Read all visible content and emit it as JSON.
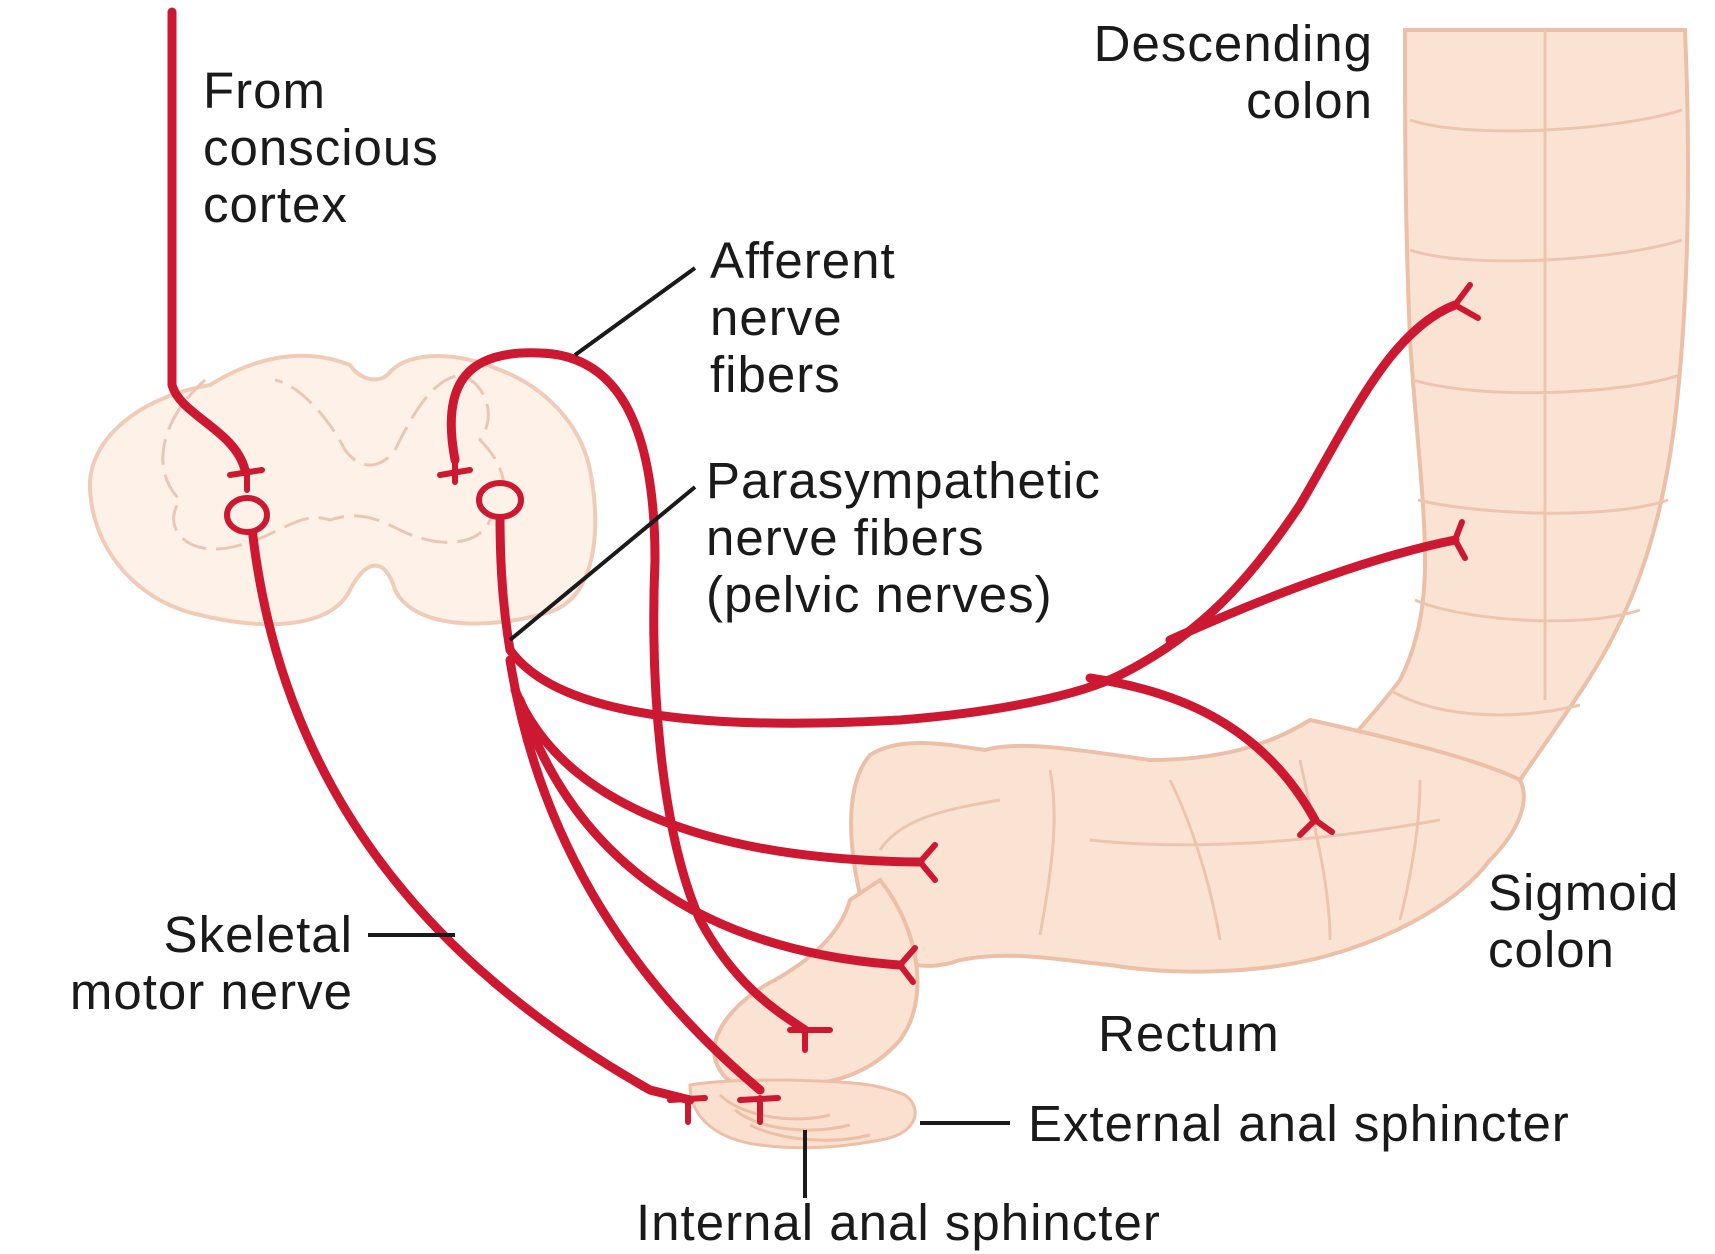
{
  "labels": {
    "from_cortex": [
      "From",
      "conscious",
      "cortex"
    ],
    "descending_colon": [
      "Descending",
      "colon"
    ],
    "afferent_fibers": [
      "Afferent",
      "nerve",
      "fibers"
    ],
    "parasympathetic_fibers": [
      "Parasympathetic",
      "nerve fibers",
      "(pelvic nerves)"
    ],
    "skeletal_motor_nerve": [
      "Skeletal",
      "motor nerve"
    ],
    "sigmoid_colon": [
      "Sigmoid",
      "colon"
    ],
    "rectum": "Rectum",
    "external_anal_sphincter": "External anal sphincter",
    "internal_anal_sphincter": "Internal anal sphincter"
  },
  "colors": {
    "nerve": "#cc1830",
    "tissue_fill": "#fbe3d3",
    "tissue_outline": "#ebbfa8",
    "spinal_cord_fill": "#fdf1e8",
    "leader_line": "#1a1a1a"
  }
}
